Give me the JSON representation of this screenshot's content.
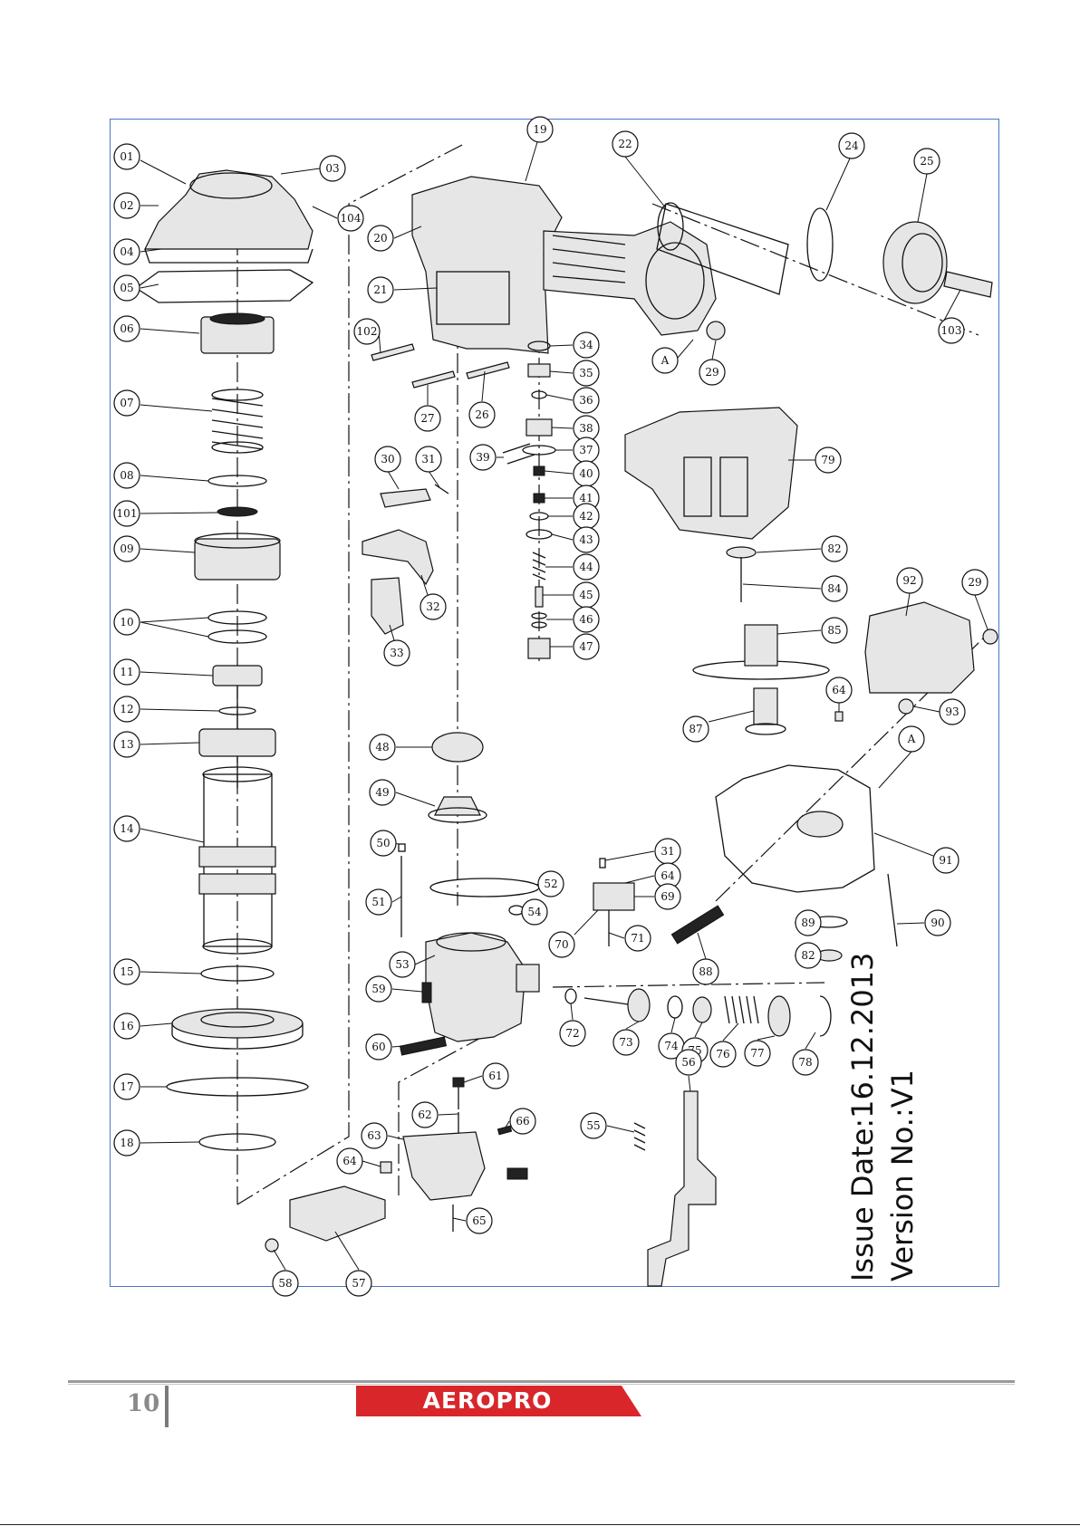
{
  "callouts": [
    {
      "id": "01"
    },
    {
      "id": "02"
    },
    {
      "id": "03"
    },
    {
      "id": "104"
    },
    {
      "id": "04"
    },
    {
      "id": "05"
    },
    {
      "id": "06"
    },
    {
      "id": "07"
    },
    {
      "id": "08"
    },
    {
      "id": "101"
    },
    {
      "id": "09"
    },
    {
      "id": "10"
    },
    {
      "id": "11"
    },
    {
      "id": "12"
    },
    {
      "id": "13"
    },
    {
      "id": "14"
    },
    {
      "id": "15"
    },
    {
      "id": "16"
    },
    {
      "id": "17"
    },
    {
      "id": "18"
    },
    {
      "id": "19"
    },
    {
      "id": "20"
    },
    {
      "id": "21"
    },
    {
      "id": "102"
    },
    {
      "id": "27"
    },
    {
      "id": "26"
    },
    {
      "id": "22"
    },
    {
      "id": "24"
    },
    {
      "id": "25"
    },
    {
      "id": "103"
    },
    {
      "id": "A"
    },
    {
      "id": "29"
    },
    {
      "id": "34"
    },
    {
      "id": "35"
    },
    {
      "id": "36"
    },
    {
      "id": "38"
    },
    {
      "id": "39"
    },
    {
      "id": "37"
    },
    {
      "id": "40"
    },
    {
      "id": "41"
    },
    {
      "id": "42"
    },
    {
      "id": "43"
    },
    {
      "id": "44"
    },
    {
      "id": "45"
    },
    {
      "id": "46"
    },
    {
      "id": "47"
    },
    {
      "id": "30"
    },
    {
      "id": "31"
    },
    {
      "id": "32"
    },
    {
      "id": "33"
    },
    {
      "id": "79"
    },
    {
      "id": "82"
    },
    {
      "id": "84"
    },
    {
      "id": "85"
    },
    {
      "id": "87"
    },
    {
      "id": "92"
    },
    {
      "id": "29"
    },
    {
      "id": "64"
    },
    {
      "id": "93"
    },
    {
      "id": "A"
    },
    {
      "id": "91"
    },
    {
      "id": "48"
    },
    {
      "id": "49"
    },
    {
      "id": "50"
    },
    {
      "id": "51"
    },
    {
      "id": "52"
    },
    {
      "id": "54"
    },
    {
      "id": "31"
    },
    {
      "id": "64"
    },
    {
      "id": "69"
    },
    {
      "id": "70"
    },
    {
      "id": "71"
    },
    {
      "id": "88"
    },
    {
      "id": "89"
    },
    {
      "id": "90"
    },
    {
      "id": "82"
    },
    {
      "id": "53"
    },
    {
      "id": "59"
    },
    {
      "id": "60"
    },
    {
      "id": "72"
    },
    {
      "id": "73"
    },
    {
      "id": "74"
    },
    {
      "id": "75"
    },
    {
      "id": "76"
    },
    {
      "id": "77"
    },
    {
      "id": "78"
    },
    {
      "id": "61"
    },
    {
      "id": "62"
    },
    {
      "id": "66"
    },
    {
      "id": "63"
    },
    {
      "id": "64"
    },
    {
      "id": "65"
    },
    {
      "id": "58"
    },
    {
      "id": "57"
    },
    {
      "id": "55"
    },
    {
      "id": "56"
    }
  ],
  "issue": {
    "date_line": "Issue Date:16.12.2013",
    "version_line": "Version No.:V1"
  },
  "footer": {
    "page_number": "10",
    "brand": "AEROPRO"
  },
  "colors": {
    "frame": "#4a78c2",
    "brand_red": "#d9262b",
    "page_number": "#8a8a8a"
  }
}
